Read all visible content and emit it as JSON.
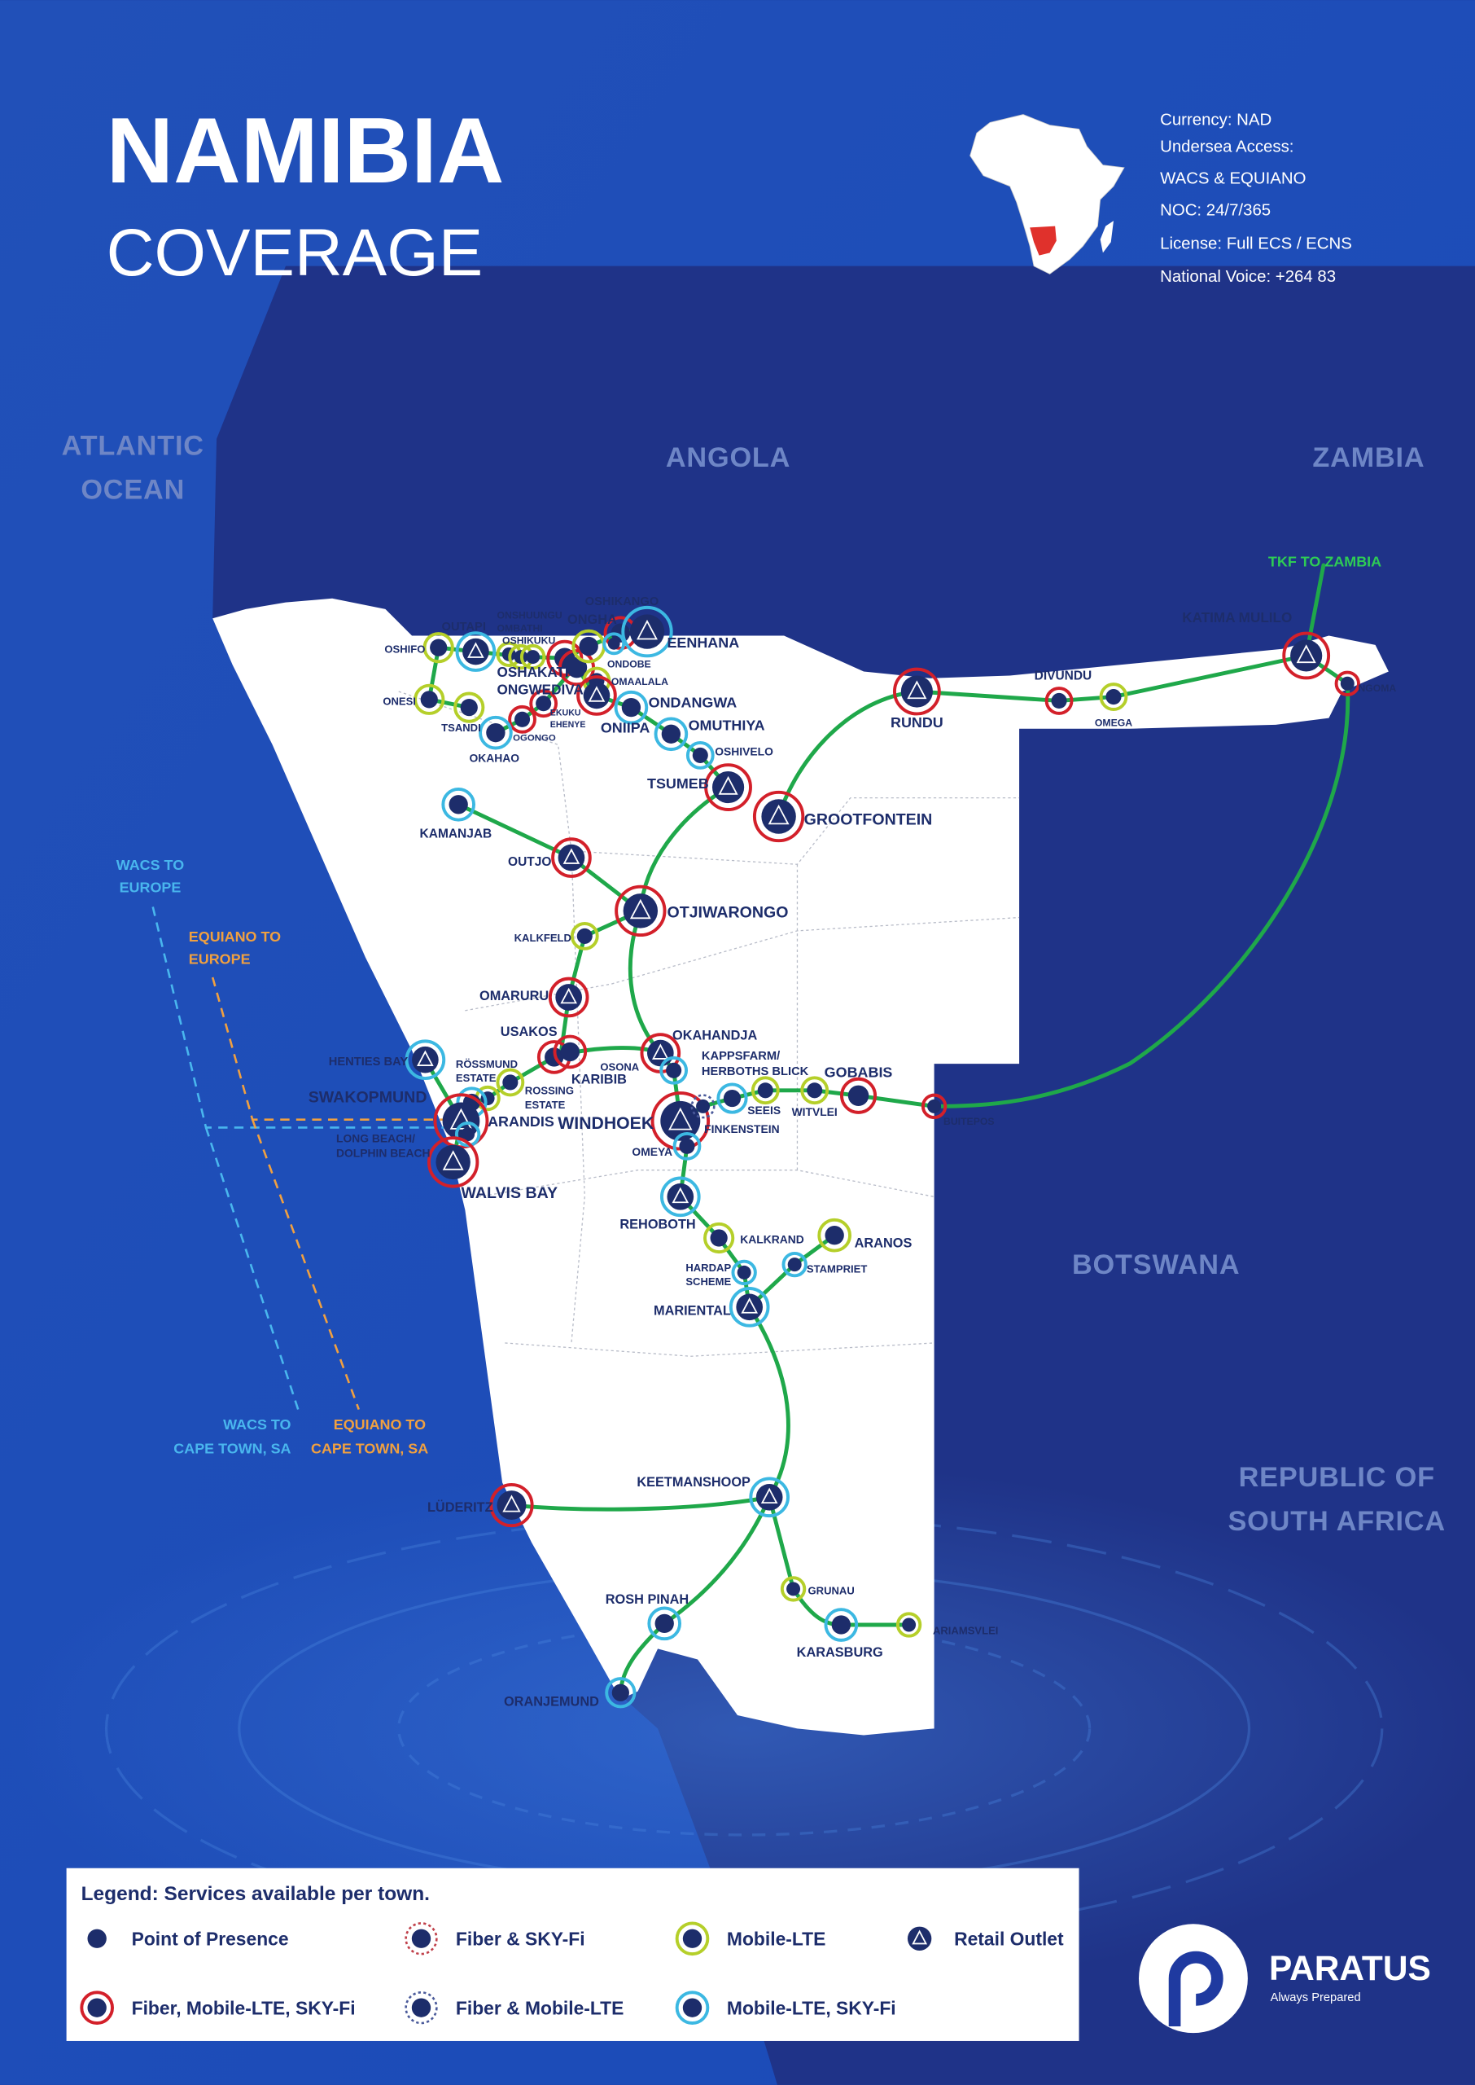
{
  "title": {
    "line1": "NAMIBIA",
    "line2": "COVERAGE"
  },
  "info": {
    "currency": "Currency: NAD",
    "undersea_label": "Undersea Access:",
    "undersea_value": "WACS & EQUIANO",
    "noc": "NOC: 24/7/365",
    "license": "License: Full ECS / ECNS",
    "voice": "National Voice: +264 83"
  },
  "countries": {
    "atlantic": [
      "ATLANTIC",
      "OCEAN"
    ],
    "angola": "ANGOLA",
    "zambia": "ZAMBIA",
    "botswana": "BOTSWANA",
    "south_africa": [
      "REPUBLIC OF",
      "SOUTH AFRICA"
    ]
  },
  "cables": {
    "wacs_europe": [
      "WACS TO",
      "EUROPE"
    ],
    "equiano_europe": [
      "EQUIANO TO",
      "EUROPE"
    ],
    "wacs_cape": [
      "WACS TO",
      "CAPE TOWN, SA"
    ],
    "equiano_cape": [
      "EQUIANO TO",
      "CAPE TOWN, SA"
    ],
    "tkf": "TKF TO ZAMBIA"
  },
  "colors": {
    "fiber_mobile_skyfi": "#d3202a",
    "mobile_lte": "#b5cf2a",
    "mobile_lte_skyfi": "#3cb8e2",
    "fiber_skyfi": "#c0404a",
    "fiber_mobile": "#4a5a9a",
    "dot": "#1d2d6b",
    "route": "#1fa84a",
    "wacs": "#49b6ee",
    "equiano": "#f0a040",
    "namibia_inset": "#e0312c"
  },
  "towns": [
    {
      "lines": [
        "OSHIFO"
      ],
      "service": "lte",
      "retail": false
    },
    {
      "lines": [
        "OUTAPI"
      ],
      "service": "ls",
      "retail": true
    },
    {
      "lines": [
        "ONSHUUNGU"
      ],
      "service": "lte",
      "retail": false
    },
    {
      "lines": [
        "OMBATHI"
      ],
      "service": "lte",
      "retail": false
    },
    {
      "lines": [
        "OSHIKUKU"
      ],
      "service": "lte",
      "retail": false
    },
    {
      "lines": [
        "OSHAKATI"
      ],
      "service": "fml",
      "retail": false
    },
    {
      "lines": [
        "ONGWEDIVA"
      ],
      "service": "fml",
      "retail": false
    },
    {
      "lines": [
        "ONGHA"
      ],
      "service": "lte",
      "retail": false
    },
    {
      "lines": [
        "OSHIKANGO"
      ],
      "service": "fml",
      "retail": false
    },
    {
      "lines": [
        "EENHANA"
      ],
      "service": "ls",
      "retail": true
    },
    {
      "lines": [
        "ONDOBE"
      ],
      "service": "ls",
      "retail": false
    },
    {
      "lines": [
        "OMAALALA"
      ],
      "service": "lte",
      "retail": false
    },
    {
      "lines": [
        "ONIIPA"
      ],
      "service": "fml",
      "retail": true
    },
    {
      "lines": [
        "EKUKU",
        "EHENYE"
      ],
      "service": "fml",
      "retail": false
    },
    {
      "lines": [
        "OGONGO"
      ],
      "service": "fml",
      "retail": false
    },
    {
      "lines": [
        "OKAHAO"
      ],
      "service": "ls",
      "retail": false
    },
    {
      "lines": [
        "ONESI"
      ],
      "service": "lte",
      "retail": false
    },
    {
      "lines": [
        "TSANDI"
      ],
      "service": "lte",
      "retail": false
    },
    {
      "lines": [
        "ONDANGWA"
      ],
      "service": "ls",
      "retail": false
    },
    {
      "lines": [
        "OMUTHIYA"
      ],
      "service": "ls",
      "retail": false
    },
    {
      "lines": [
        "OSHIVELO"
      ],
      "service": "ls",
      "retail": false
    },
    {
      "lines": [
        "TSUMEB"
      ],
      "service": "fml",
      "retail": true
    },
    {
      "lines": [
        "GROOTFONTEIN"
      ],
      "service": "fml",
      "retail": true
    },
    {
      "lines": [
        "RUNDU"
      ],
      "service": "fml",
      "retail": true
    },
    {
      "lines": [
        "DIVUNDU"
      ],
      "service": "fml",
      "retail": false
    },
    {
      "lines": [
        "OMEGA"
      ],
      "service": "lte",
      "retail": false
    },
    {
      "lines": [
        "KATIMA MULILO"
      ],
      "service": "fml",
      "retail": true
    },
    {
      "lines": [
        "NGOMA"
      ],
      "service": "fml",
      "retail": false
    },
    {
      "lines": [
        "KAMANJAB"
      ],
      "service": "ls",
      "retail": false
    },
    {
      "lines": [
        "OUTJO"
      ],
      "service": "fml",
      "retail": true
    },
    {
      "lines": [
        "OTJIWARONGO"
      ],
      "service": "fml",
      "retail": true
    },
    {
      "lines": [
        "KALKFELD"
      ],
      "service": "lte",
      "retail": false
    },
    {
      "lines": [
        "OMARURU"
      ],
      "service": "fml",
      "retail": true
    },
    {
      "lines": [
        "USAKOS"
      ],
      "service": "fml",
      "retail": false
    },
    {
      "lines": [
        "KARIBIB"
      ],
      "service": "fml",
      "retail": false
    },
    {
      "lines": [
        "OKAHANDJA"
      ],
      "service": "fml",
      "retail": true
    },
    {
      "lines": [
        "OSONA"
      ],
      "service": "ls",
      "retail": false
    },
    {
      "lines": [
        "HENTIES BAY"
      ],
      "service": "ls",
      "retail": true
    },
    {
      "lines": [
        "RÖSSMUND",
        "ESTATE"
      ],
      "service": "lte",
      "retail": false
    },
    {
      "lines": [
        "ROSSING",
        "ESTATE"
      ],
      "service": "lte",
      "retail": false
    },
    {
      "lines": [
        "ARANDIS"
      ],
      "service": "ls",
      "retail": false
    },
    {
      "lines": [
        "SWAKOPMUND"
      ],
      "service": "fml",
      "retail": true
    },
    {
      "lines": [
        "LONG BEACH/",
        "DOLPHIN BEACH"
      ],
      "service": "ls",
      "retail": false
    },
    {
      "lines": [
        "WALVIS BAY"
      ],
      "service": "fml",
      "retail": true
    },
    {
      "lines": [
        "WINDHOEK"
      ],
      "service": "fml",
      "retail": true
    },
    {
      "lines": [
        "FINKENSTEIN"
      ],
      "service": "fm",
      "retail": false
    },
    {
      "lines": [
        "KAPPSFARM/",
        "HERBOTHS BLICK"
      ],
      "service": "ls",
      "retail": false
    },
    {
      "lines": [
        "SEEIS"
      ],
      "service": "lte",
      "retail": false
    },
    {
      "lines": [
        "WITVLEI"
      ],
      "service": "lte",
      "retail": false
    },
    {
      "lines": [
        "GOBABIS"
      ],
      "service": "fml",
      "retail": false
    },
    {
      "lines": [
        "BUITEPOS"
      ],
      "service": "fml",
      "retail": false
    },
    {
      "lines": [
        "OMEYA"
      ],
      "service": "ls",
      "retail": false
    },
    {
      "lines": [
        "REHOBOTH"
      ],
      "service": "ls",
      "retail": true
    },
    {
      "lines": [
        "KALKRAND"
      ],
      "service": "lte",
      "retail": false
    },
    {
      "lines": [
        "ARANOS"
      ],
      "service": "lte",
      "retail": false
    },
    {
      "lines": [
        "STAMPRIET"
      ],
      "service": "ls",
      "retail": false
    },
    {
      "lines": [
        "HARDAP",
        "SCHEME"
      ],
      "service": "ls",
      "retail": false
    },
    {
      "lines": [
        "MARIENTAL"
      ],
      "service": "ls",
      "retail": true
    },
    {
      "lines": [
        "KEETMANSHOOP"
      ],
      "service": "ls",
      "retail": true
    },
    {
      "lines": [
        "LÜDERITZ"
      ],
      "service": "fml",
      "retail": true
    },
    {
      "lines": [
        "GRUNAU"
      ],
      "service": "lte",
      "retail": false
    },
    {
      "lines": [
        "ROSH PINAH"
      ],
      "service": "ls",
      "retail": false
    },
    {
      "lines": [
        "KARASBURG"
      ],
      "service": "ls",
      "retail": false
    },
    {
      "lines": [
        "ARIAMSVLEI"
      ],
      "service": "lte",
      "retail": false
    },
    {
      "lines": [
        "ORANJEMUND"
      ],
      "service": "ls",
      "retail": false
    }
  ],
  "legend": {
    "title": "Legend: Services available per town.",
    "items": [
      {
        "label": "Point of Presence",
        "symbol": "pop"
      },
      {
        "label": "Fiber & SKY-Fi",
        "symbol": "fs"
      },
      {
        "label": "Mobile-LTE",
        "symbol": "lte"
      },
      {
        "label": "Retail Outlet",
        "symbol": "retail"
      },
      {
        "label": "Fiber, Mobile-LTE, SKY-Fi",
        "symbol": "fml"
      },
      {
        "label": "Fiber & Mobile-LTE",
        "symbol": "fm"
      },
      {
        "label": "Mobile-LTE, SKY-Fi",
        "symbol": "ls"
      }
    ]
  },
  "brand": {
    "name": "PARATUS",
    "tagline": "Always Prepared"
  }
}
